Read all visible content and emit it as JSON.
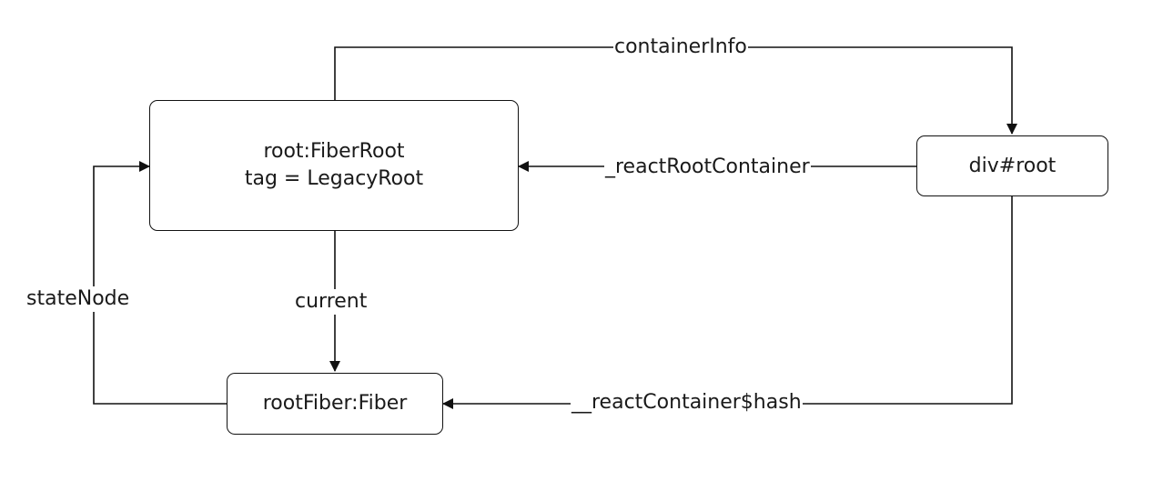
{
  "nodes": {
    "fiber_root": {
      "line1": "root:FiberRoot",
      "line2": "tag = LegacyRoot"
    },
    "div_root": {
      "label": "div#root"
    },
    "root_fiber": {
      "label": "rootFiber:Fiber"
    }
  },
  "edges": {
    "container_info": "containerInfo",
    "react_root_container": "_reactRootContainer",
    "current": "current",
    "state_node": "stateNode",
    "react_container_hash": "__reactContainer$hash"
  },
  "colors": {
    "line": "#111111",
    "text": "#1a1a1a",
    "background": "#ffffff"
  }
}
